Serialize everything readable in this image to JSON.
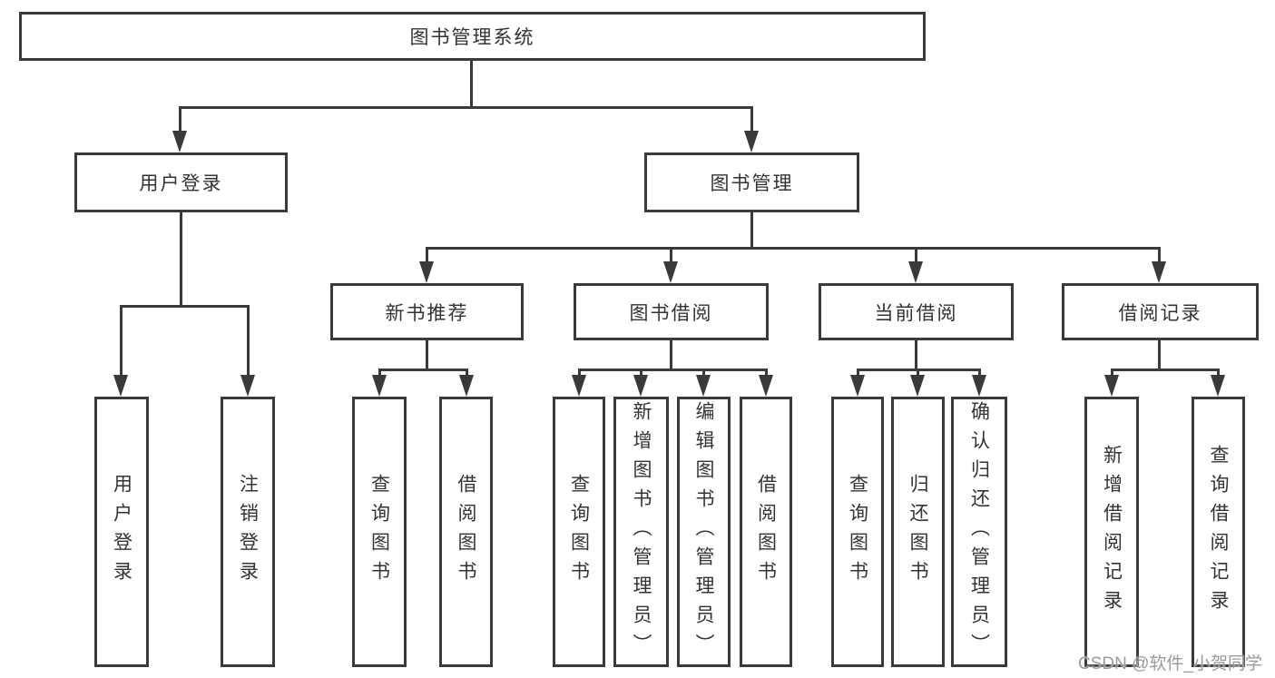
{
  "nodes": {
    "root": "图书管理系统",
    "user_login": "用户登录",
    "book_mgmt": "图书管理",
    "new_book_rec": "新书推荐",
    "book_borrow": "图书借阅",
    "current_borrow": "当前借阅",
    "borrow_record": "借阅记录",
    "leaf_user_login": "用户登录",
    "leaf_logout": "注销登录",
    "leaf_rec_query": "查询图书",
    "leaf_rec_borrow": "借阅图书",
    "leaf_bw_query": "查询图书",
    "leaf_bw_add": "新增图书（管理员）",
    "leaf_bw_edit": "编辑图书（管理员）",
    "leaf_bw_borrow": "借阅图书",
    "leaf_cur_query": "查询图书",
    "leaf_cur_return": "归还图书",
    "leaf_cur_confirm": "确认归还（管理员）",
    "leaf_record_add": "新增借阅记录",
    "leaf_record_query": "查询借阅记录"
  },
  "watermark": "CSDN @软件_小贺同学",
  "colors": {
    "stroke": "#3a3a3a",
    "text": "#333333",
    "watermark": "#9a9a9a",
    "background": "#ffffff"
  }
}
